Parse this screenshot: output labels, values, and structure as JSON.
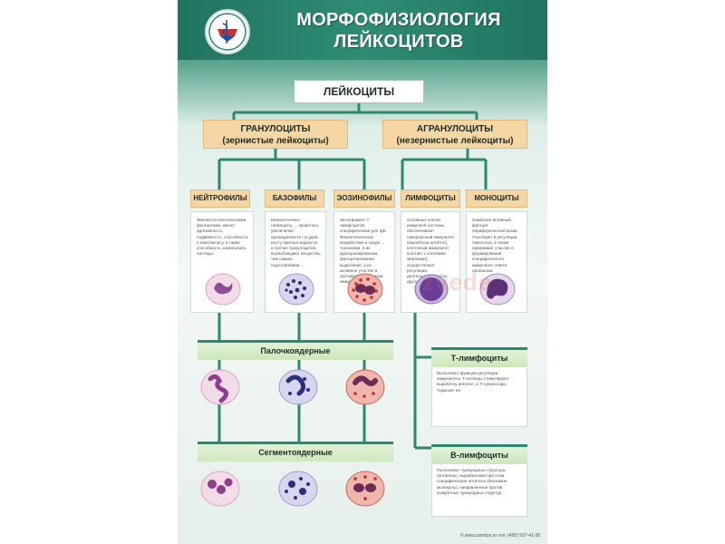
{
  "colors": {
    "header_green": "#2f8770",
    "group_fill": "#f5d7a6",
    "bar_fill": "#cde6bb",
    "connector": "#2f8770"
  },
  "poster": {
    "title_line1": "МОРФОФИЗИОЛОГИЯ",
    "title_line2": "ЛЕЙКОЦИТОВ",
    "root_label": "ЛЕЙКОЦИТЫ",
    "granulocytes": {
      "name": "ГРАНУЛОЦИТЫ",
      "subtitle": "(зернистые лейкоциты)"
    },
    "agranulocytes": {
      "name": "АГРАНУЛОЦИТЫ",
      "subtitle": "(незернистые лейкоциты)"
    },
    "types": [
      "НЕЙТРОФИЛЫ",
      "БАЗОФИЛЫ",
      "ЭОЗИНОФИЛЫ",
      "ЛИМФОЦИТЫ",
      "МОНОЦИТЫ"
    ],
    "descriptions": [
      "Являются классическими фагоцитами, имеют адгезивность, подвижность, способность к хемотаксису, а также способность захватывать частицы.",
      "Межклеточные лейкоциты, ... кровотока, увеличение проницаемости сосудов, росту притока жидкости и прочих гранулоцитов, высвобождают вещества, тем самым подготавливая ...",
      "Эксперимент Т-лимфоцитов, специфические для IgE. Физиологическое воздействие в среде ... токсинами, в их функционировании, фагоцитирование выделения, а их активное участие в противопаразитарном иммунитете.",
      "Основные клетки иммунной системы, обеспечивают гуморальный иммунитет (выработка антител), клеточный иммунитет (контакт с клетками-жертвами), осуществляют регуляцию деятельности клеток других типов.",
      "Наиболее активный фагоцит периферической крови. Участвуют в регуляции гемопоэза, в также принимают участие в формировании специфического иммунного ответа организма."
    ],
    "stab_label": "Палочкоядерные",
    "seg_label": "Сегментоядерные",
    "t_title": "Т-лимфоциты",
    "t_text": "Выполняют функции регуляции иммунитета. Т-хелперы стимулируют выработку антител, а Т-супрессоры тормозят её.",
    "b_title": "В-лимфоциты",
    "b_text": "Распознают чужеродные структуры (антигены), вырабатывая при этом специфические антитела (белковые молекулы), направленные против конкретных чужеродных структур.",
    "footer": "© www.zarnitza.ru тел: (495) 937-41-38",
    "watermark": "zvede"
  }
}
